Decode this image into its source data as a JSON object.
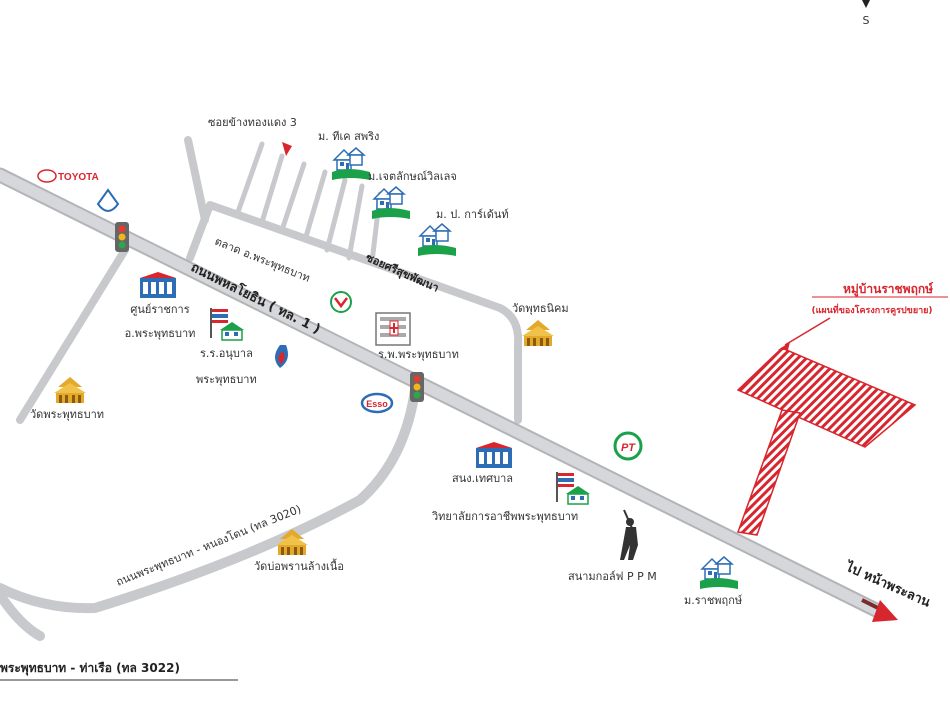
{
  "compass": {
    "south": "S"
  },
  "roads": {
    "main_highway": "ถนนพหลโยธิน ( ทล. 1 )",
    "soi_thonglaeng": "ซอยข้างทองแดง 3",
    "soi_srisuk": "ซอยศรีสุขพัฒนา",
    "road_3020": "ถนนพระพุทธบาท - หนองโดน (ทล 3020)",
    "road_3022": "พระพุทธบาท - ท่าเรือ (ทล 3022)",
    "to_destination": "ไป หน้าพระลาน"
  },
  "places": {
    "toyota": "TOYOTA",
    "ban_tk": "ม. ทีเค สพริง",
    "ban_jedsak": "ม.เจตลักษณ์วิลเลจ",
    "ban_garden": "ม. ป. การ์เด้นท์",
    "market": "ตลาด อ.พระพุทธบาท",
    "gov_center_1": "ศูนย์ราชการ",
    "gov_center_2": "อ.พระพุทธบาท",
    "school_1": "ร.ร.อนุบาล",
    "school_2": "พระพุทธบาท",
    "hospital": "ร.พ.พระพุทธบาท",
    "wat_phuttanimit": "วัดพุทธนิคม",
    "wat_phrabat": "วัดพระพุทธบาท",
    "municipal": "สนง.เทศบาล",
    "college": "วิทยาลัยการอาชีพพระพุทธบาท",
    "wat_bo": "วัดบ่อพรานล้างเนื้อ",
    "golf": "สนามกอล์ฟ P P M",
    "ban_ratchaphruek": "ม.ราชพฤกษ์",
    "esso": "Esso",
    "pt": "PT"
  },
  "project": {
    "title": "หมู่บ้านราชพฤกษ์",
    "subtitle": "(แผนที่ของโครงการคูรปขยาย)"
  },
  "colors": {
    "road": "#c8c9cc",
    "road_edge": "#b3b4b8",
    "accent_red": "#d8262e",
    "house_green": "#1aa14a",
    "house_blue": "#2c6db5",
    "temple_gold": "#e3a92a"
  }
}
